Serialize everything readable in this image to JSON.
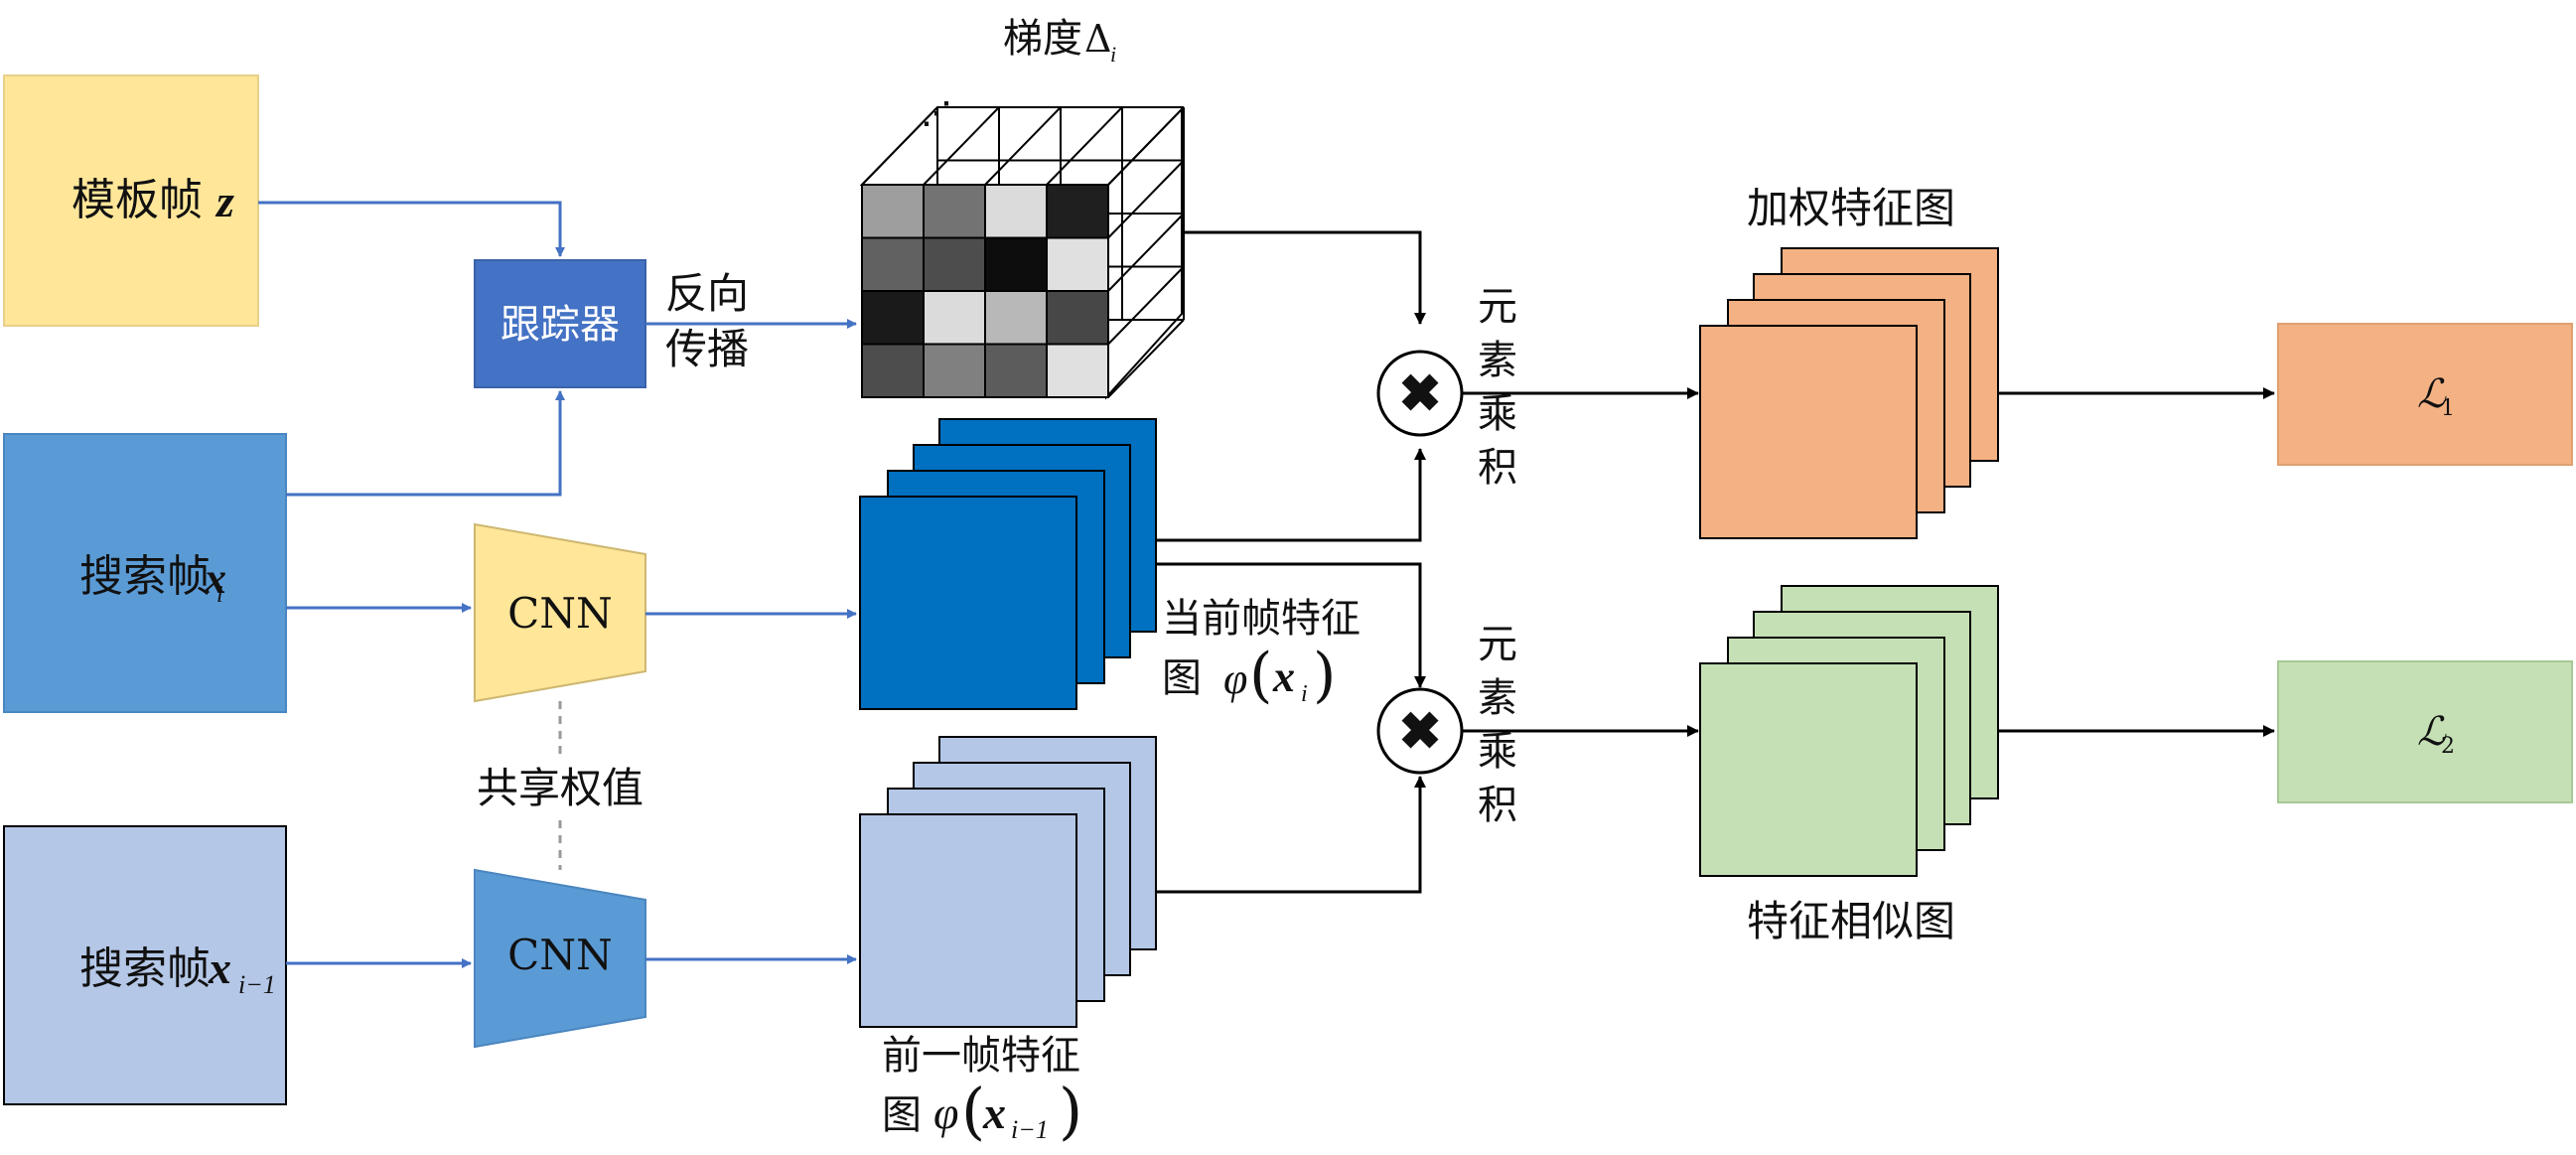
{
  "diagram": {
    "template_frame": {
      "label": "模板帧",
      "var": "z"
    },
    "tracker": {
      "label": "跟踪器"
    },
    "backprop": {
      "line1": "反向",
      "line2": "传播"
    },
    "gradient": {
      "label": "梯度",
      "symbol": "Δ",
      "sub": "i"
    },
    "search_frame": {
      "label": "搜索帧",
      "var": "x",
      "sub": "i"
    },
    "cnn_top": {
      "label": "CNN"
    },
    "shared_weights": {
      "label": "共享权值"
    },
    "prev_search_frame": {
      "label": "搜索帧",
      "var": "x",
      "sub": "i−1"
    },
    "cnn_bottom": {
      "label": "CNN"
    },
    "current_feature": {
      "line1": "当前帧特征",
      "line2_prefix": "图",
      "phi": "φ",
      "var": "x",
      "sub": "i"
    },
    "prev_feature": {
      "line1": "前一帧特征",
      "line2_prefix": "图",
      "phi": "φ",
      "var": "x",
      "sub": "i−1"
    },
    "elementwise_top": {
      "chars": [
        "元",
        "素",
        "乘",
        "积"
      ]
    },
    "elementwise_bottom": {
      "chars": [
        "元",
        "素",
        "乘",
        "积"
      ]
    },
    "weighted_map": {
      "label": "加权特征图"
    },
    "similarity_map": {
      "label": "特征相似图"
    },
    "loss1": {
      "symbol": "ℒ",
      "sub": "1"
    },
    "loss2": {
      "symbol": "ℒ",
      "sub": "2"
    },
    "gradient_cells": [
      [
        0.62,
        0.45,
        0.86,
        0.12
      ],
      [
        0.38,
        0.3,
        0.05,
        0.88
      ],
      [
        0.1,
        0.86,
        0.72,
        0.28
      ],
      [
        0.3,
        0.5,
        0.36,
        0.88
      ]
    ],
    "colors": {
      "template_fill": "#FFE699",
      "search_fill": "#5B9BD5",
      "prev_search_fill": "#B4C7E7",
      "tracker_fill": "#4472C4",
      "current_feature_fill": "#0070C0",
      "prev_feature_fill": "#B4C7E7",
      "weighted_fill": "#F4B183",
      "similarity_fill": "#C5E0B4",
      "arrow_blue": "#4472C4",
      "arrow_black": "#000000"
    }
  }
}
